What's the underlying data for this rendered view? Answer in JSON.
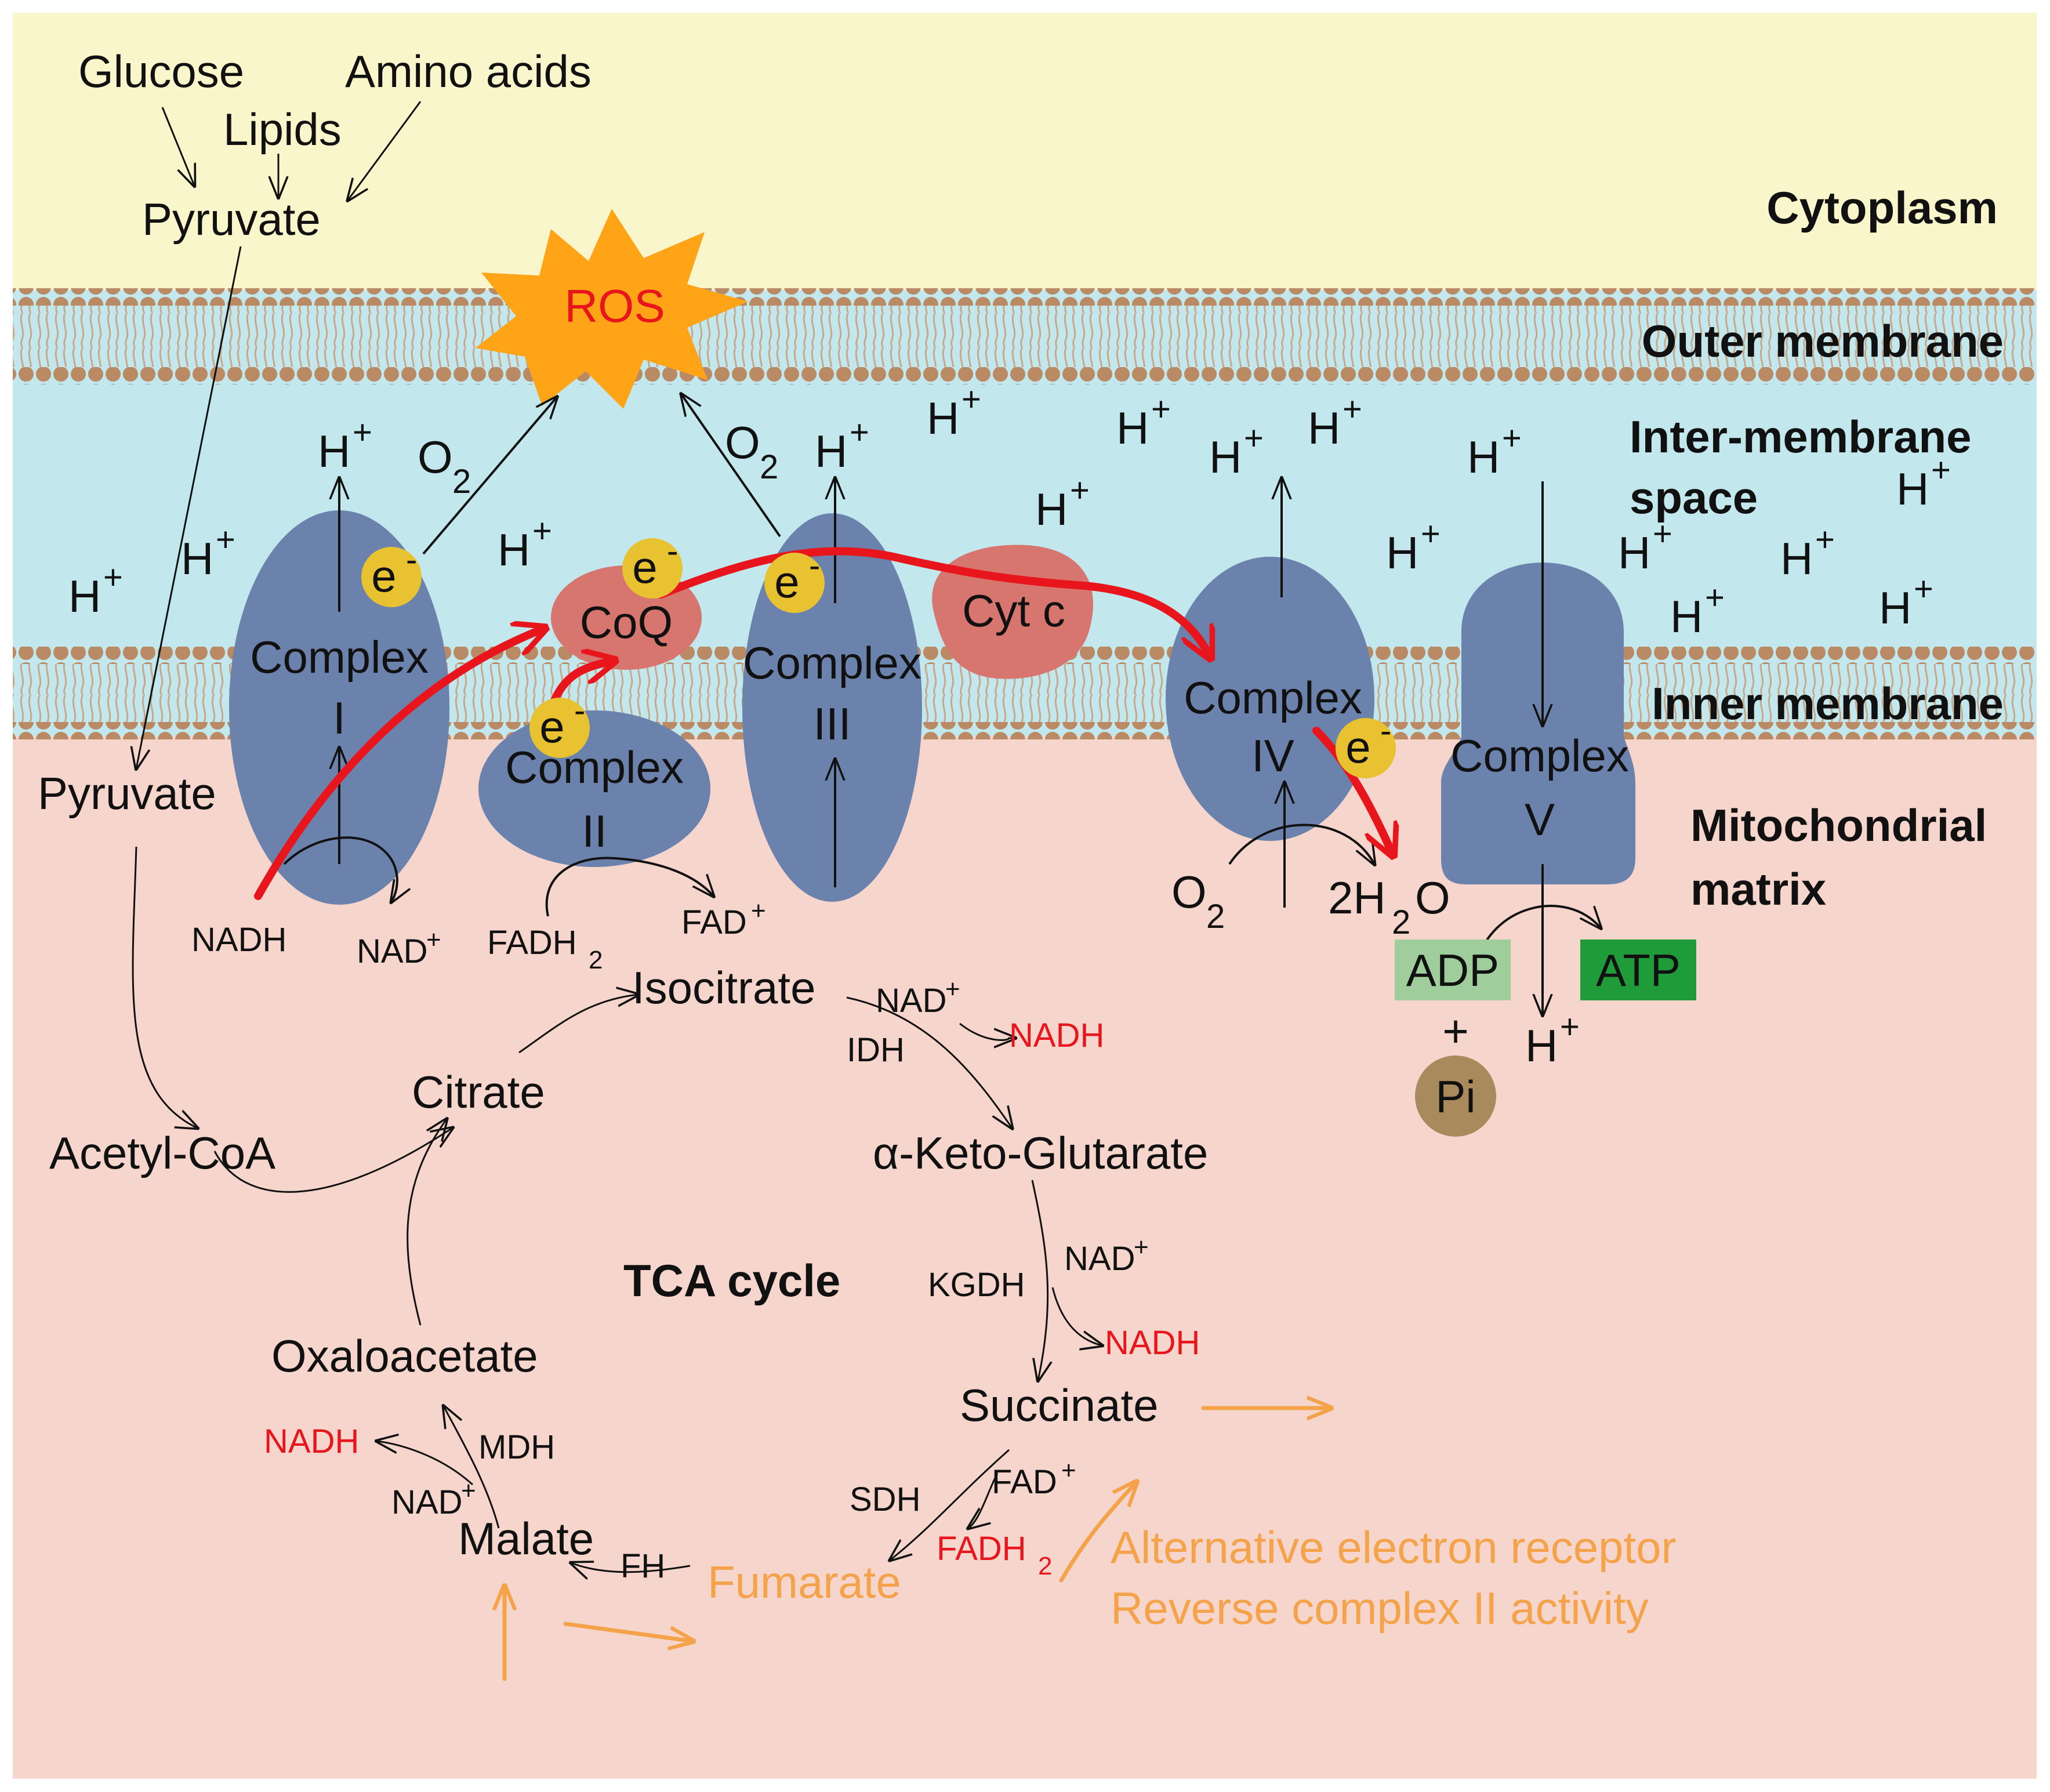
{
  "compartments": {
    "cytoplasm": "Cytoplasm",
    "outer_membrane": "Outer membrane",
    "intermembrane_line1": "Inter-membrane",
    "intermembrane_line2": "space",
    "inner_membrane": "Inner membrane",
    "matrix_line1": "Mitochondrial",
    "matrix_line2": "matrix"
  },
  "inputs": {
    "glucose": "Glucose",
    "amino_acids": "Amino acids",
    "lipids": "Lipids",
    "pyruvate_cyto": "Pyruvate",
    "pyruvate_matrix": "Pyruvate",
    "acetyl_coa": "Acetyl-CoA"
  },
  "ros": "ROS",
  "complexes": {
    "c1_line1": "Complex",
    "c1_line2": "I",
    "c2_line1": "Complex",
    "c2_line2": "II",
    "c3_line1": "Complex",
    "c3_line2": "III",
    "c4_line1": "Complex",
    "c4_line2": "IV",
    "c5_line1": "Complex",
    "c5_line2": "V",
    "coq": "CoQ",
    "cytc": "Cyt c"
  },
  "electron": {
    "base": "e",
    "sup": "-"
  },
  "proton": {
    "base": "H",
    "sup": "+"
  },
  "oxygen": {
    "base": "O",
    "sub": "2"
  },
  "water": {
    "prefix": "2H",
    "sub": "2",
    "suffix": "O"
  },
  "cofactors": {
    "nadh": "NADH",
    "nad_base": "NAD",
    "nad_sup": "+",
    "fadh_base": "FADH",
    "fadh_sub": "2",
    "fad_base": "FAD",
    "fad_sup": "+"
  },
  "atp_synthesis": {
    "adp": "ADP",
    "atp": "ATP",
    "plus": "+",
    "pi": "Pi"
  },
  "tca": {
    "title": "TCA cycle",
    "citrate": "Citrate",
    "isocitrate": "Isocitrate",
    "akg": "α-Keto-Glutarate",
    "succinate": "Succinate",
    "fumarate": "Fumarate",
    "malate": "Malate",
    "oxaloacetate": "Oxaloacetate",
    "idh": "IDH",
    "kgdh": "KGDH",
    "sdh": "SDH",
    "fh": "FH",
    "mdh": "MDH"
  },
  "notes": {
    "line1": "Alternative electron receptor",
    "line2": "Reverse complex II activity"
  },
  "colors": {
    "cytoplasm": "#faf6cc",
    "intermembrane": "#c2e8ee",
    "matrix": "#f6d6cc",
    "lipid_head": "#b98a63",
    "complex": "#6b82ad",
    "carrier": "#d7756f",
    "electron": "#e8c230",
    "ros": "#ffa317",
    "red": "#e8161c",
    "orange": "#f5a34b",
    "adp": "#9fcd9b",
    "atp": "#1f9b39",
    "pi": "#a88a5c"
  }
}
